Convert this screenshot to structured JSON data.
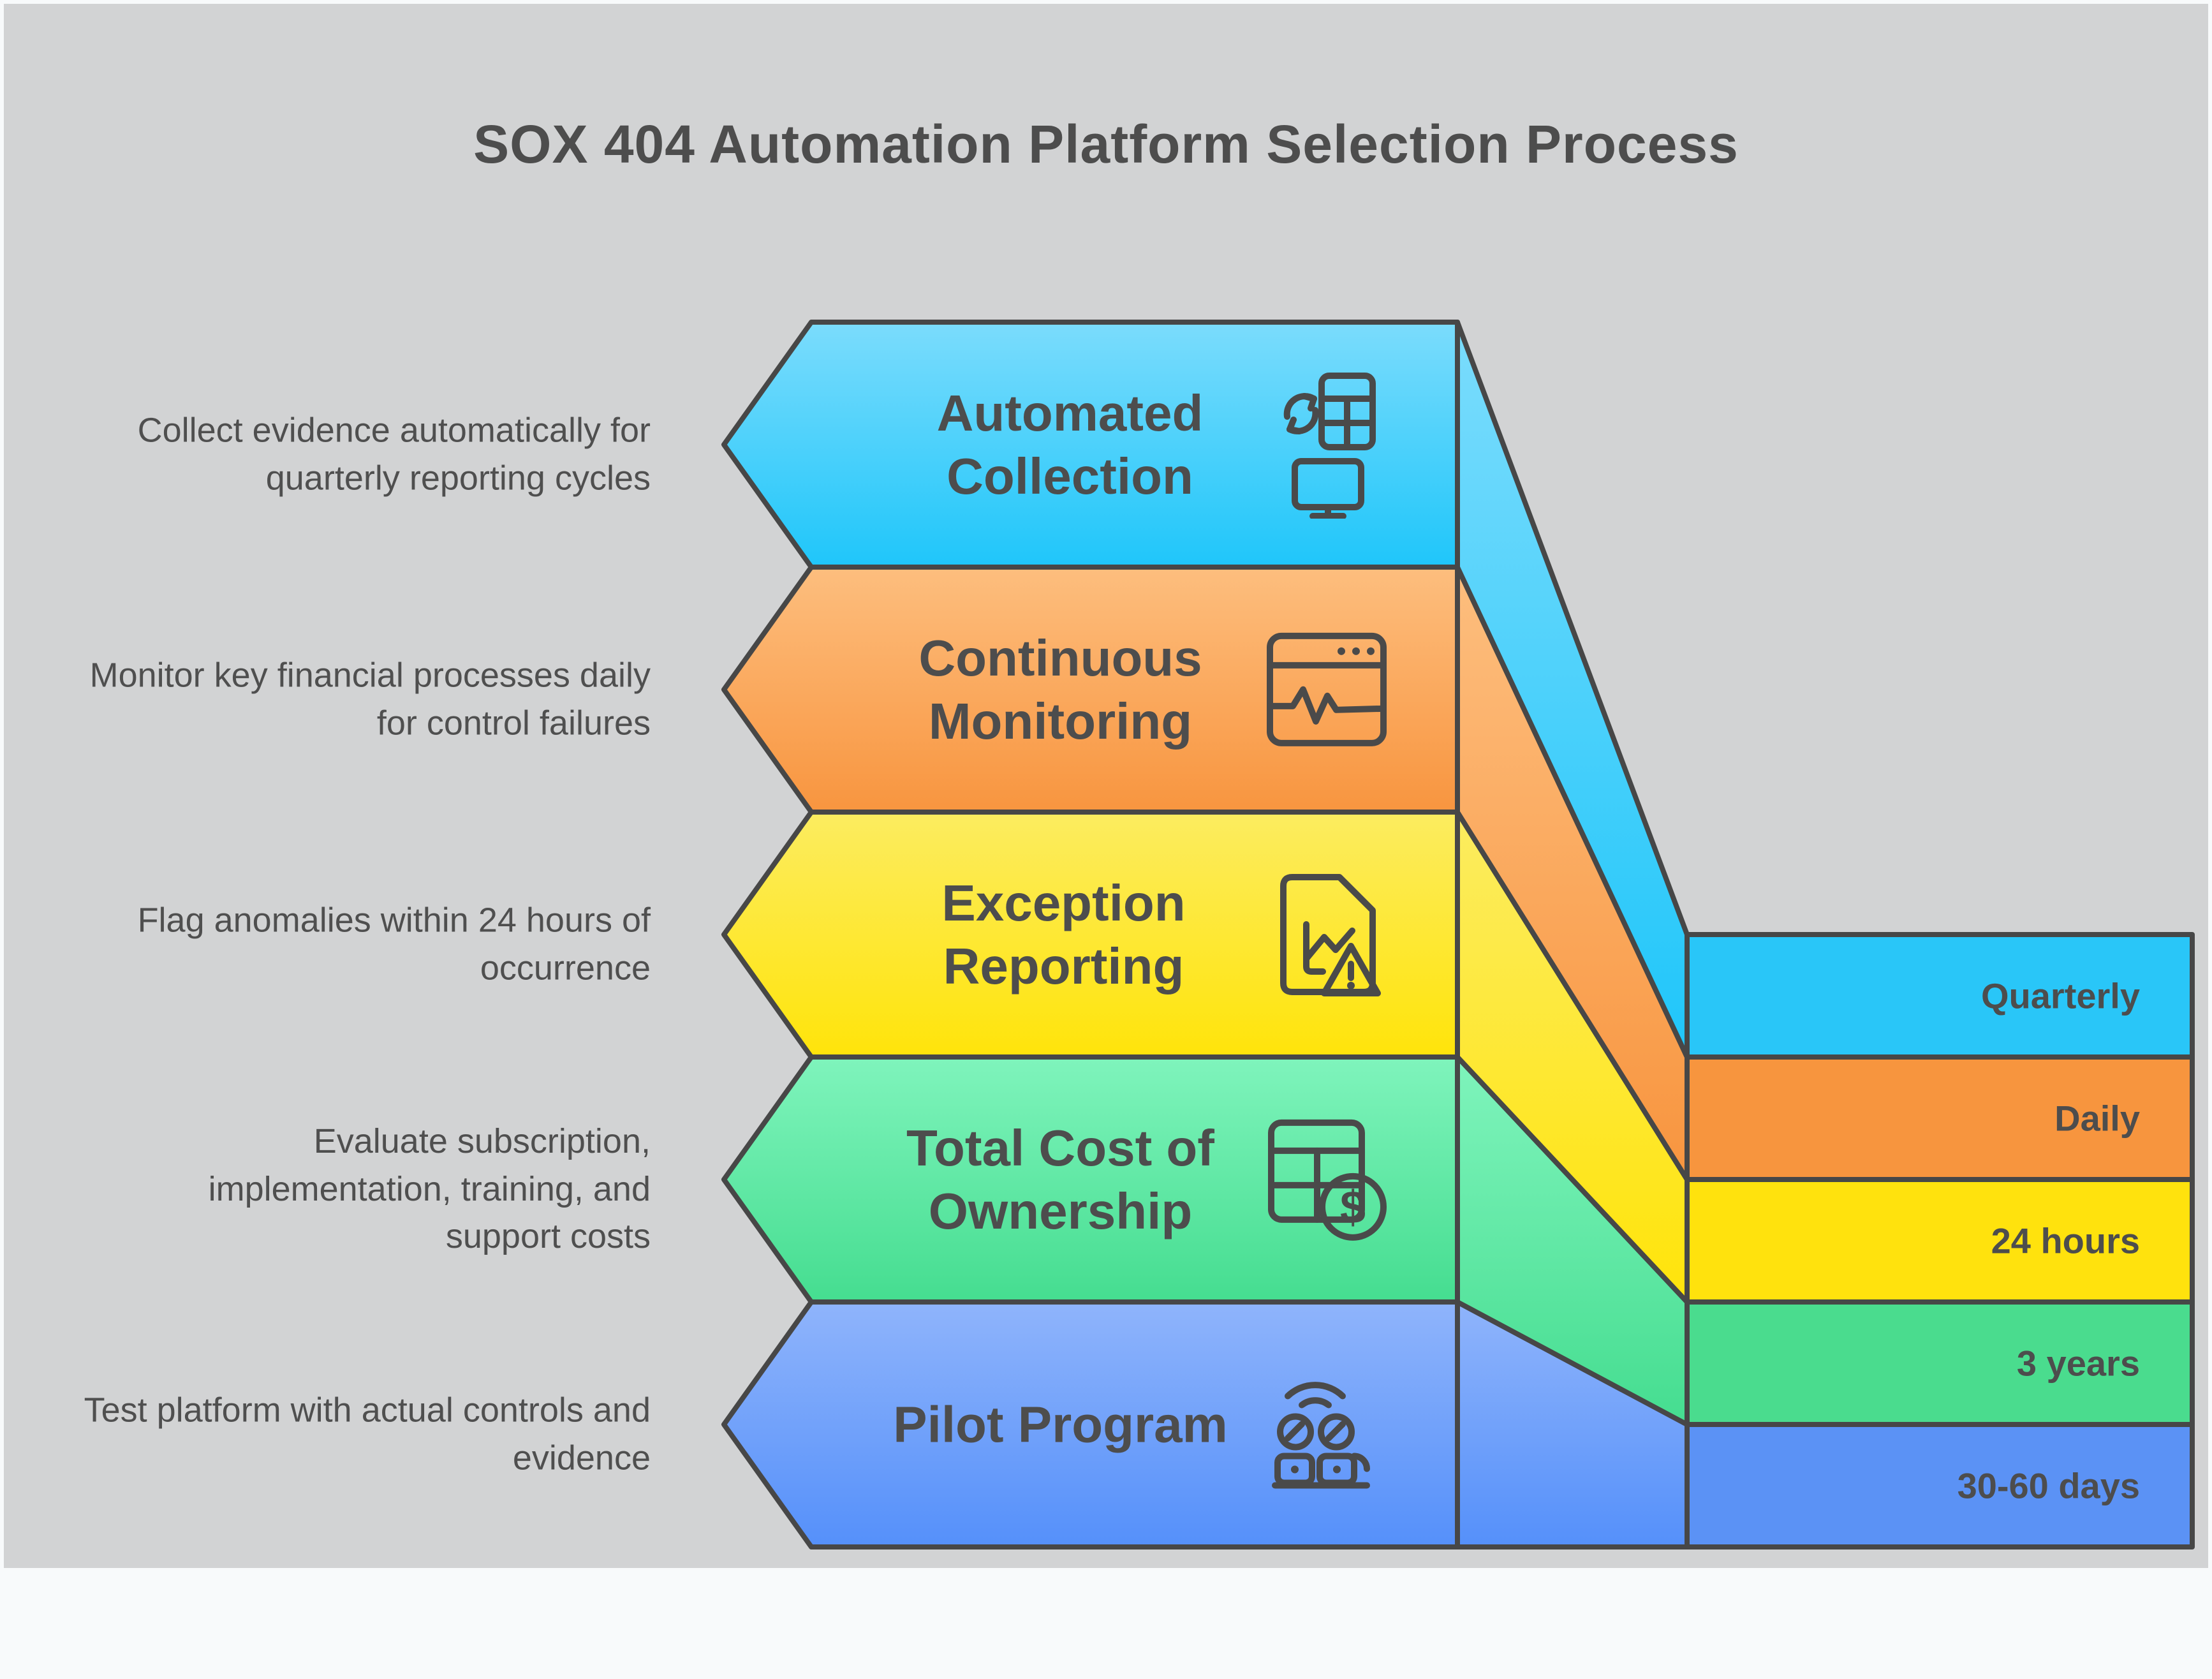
{
  "title": "SOX 404 Automation Platform Selection Process",
  "colors": {
    "page_background": "#F8FAFB",
    "canvas_background": "#D2D3D4",
    "outline": "#474747",
    "title_text": "#4D4D4D",
    "body_text": "#4F4F4F",
    "icon_stroke": "#4A4A4A"
  },
  "steps": [
    {
      "label": "Automated Collection",
      "description": "Collect evidence automatically for quarterly reporting cycles",
      "value": "Quarterly",
      "icon": "sync-table-monitor-icon",
      "color_top": "#7BDCFC",
      "color_bottom": "#1FC6FA",
      "bar_color": "#29C6F8"
    },
    {
      "label": "Continuous Monitoring",
      "description": "Monitor key financial processes daily for control failures",
      "value": "Daily",
      "icon": "activity-window-icon",
      "color_top": "#FDBE7E",
      "color_bottom": "#F8953F",
      "bar_color": "#F7953E"
    },
    {
      "label": "Exception Reporting",
      "description": "Flag anomalies within 24 hours of occurrence",
      "value": "24 hours",
      "icon": "document-warning-icon",
      "color_top": "#FCEC60",
      "color_bottom": "#FFE40A",
      "bar_color": "#FFE20D"
    },
    {
      "label": "Total Cost of Ownership",
      "description": "Evaluate subscription, implementation, training, and support costs",
      "value": "3 years",
      "icon": "spreadsheet-dollar-icon",
      "currency_symbol": "$",
      "color_top": "#7FF4BC",
      "color_bottom": "#45DD90",
      "bar_color": "#4ADC8E"
    },
    {
      "label": "Pilot Program",
      "description": "Test platform with actual controls and evidence",
      "value": "30-60 days",
      "icon": "robot-wifi-icon",
      "color_top": "#8FB4FB",
      "color_bottom": "#5590FA",
      "bar_color": "#5B92F5"
    }
  ]
}
